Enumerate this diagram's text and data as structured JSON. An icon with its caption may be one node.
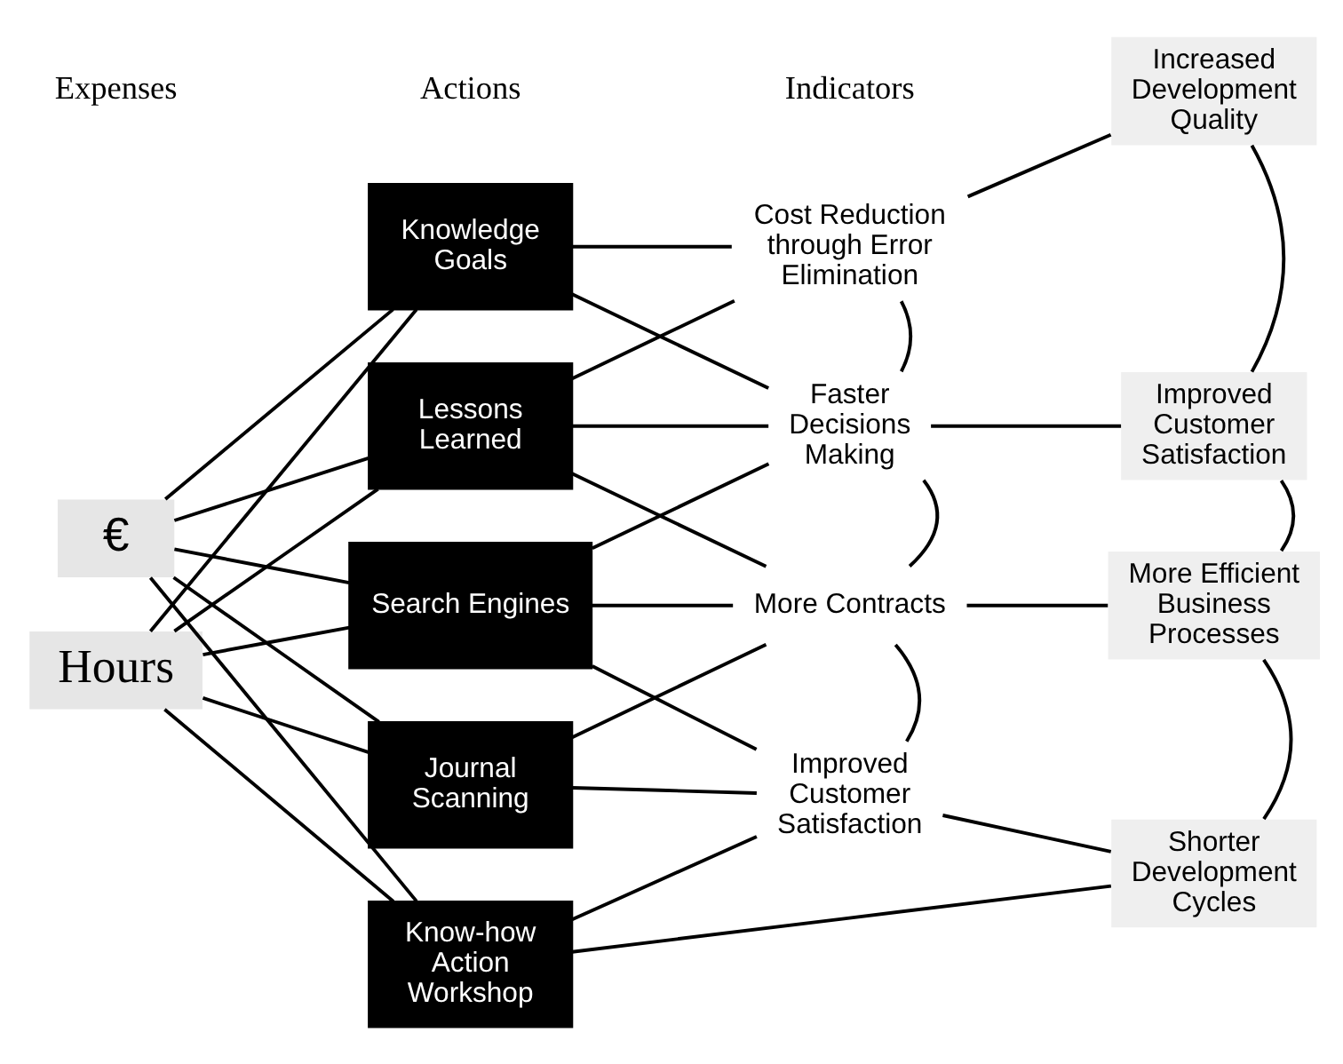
{
  "diagram": {
    "nodes": [
      {
        "text": [
          "Hours"
        ]
      },
      {
        "text": [
          "€"
        ]
      },
      {
        "text": [
          "Knowledge Goals"
        ]
      },
      {
        "text": [
          "Lessons Learned"
        ]
      },
      {
        "text": [
          "Search Engines"
        ]
      },
      {
        "text": [
          "Journal Scanning"
        ]
      },
      {
        "text": [
          "Know-how Action Workshop"
        ]
      },
      {
        "text": [
          "Cost Reduction through Error Elimination"
        ]
      },
      {
        "text": [
          "Increased Development Quality"
        ]
      },
      {
        "text": [
          "Faster Decisions Making"
        ]
      },
      {
        "text": [
          "Improved Customer Satisfaction"
        ]
      },
      {
        "text": [
          "More Contracts"
        ]
      },
      {
        "text": [
          "More Efficient Business Processes"
        ]
      },
      {
        "text": [
          "Improved Customer Satisfaction"
        ]
      },
      {
        "text": [
          "Shorter Development Cycles"
        ]
      }
    ],
    "edges": [
      {
        "from": 0,
        "to": 2,
        "arrow": "none"
      },
      {
        "from": 0,
        "to": 3,
        "arrow": "none"
      },
      {
        "from": 0,
        "to": 4,
        "arrow": "none"
      },
      {
        "from": 0,
        "to": 5,
        "arrow": "none"
      },
      {
        "from": 0,
        "to": 6,
        "arrow": "none"
      },
      {
        "from": 1,
        "to": 2,
        "arrow": "none"
      },
      {
        "from": 1,
        "to": 3,
        "arrow": "none"
      },
      {
        "from": 1,
        "to": 4,
        "arrow": "none"
      },
      {
        "from": 1,
        "to": 5,
        "arrow": "none"
      },
      {
        "from": 1,
        "to": 6,
        "arrow": "none"
      },
      {
        "from": 2,
        "to": 7,
        "arrow": "none"
      },
      {
        "from": 2,
        "to": 9,
        "arrow": "none"
      },
      {
        "from": 3,
        "to": 7,
        "arrow": "none"
      },
      {
        "from": 3,
        "to": 9,
        "arrow": "none"
      },
      {
        "from": 3,
        "to": 11,
        "arrow": "none"
      },
      {
        "from": 4,
        "to": 9,
        "arrow": "none"
      },
      {
        "from": 4,
        "to": 11,
        "arrow": "none"
      },
      {
        "from": 4,
        "to": 13,
        "arrow": "none"
      },
      {
        "from": 5,
        "to": 11,
        "arrow": "none"
      },
      {
        "from": 5,
        "to": 13,
        "arrow": "none"
      },
      {
        "from": 6,
        "to": 13,
        "arrow": "none"
      },
      {
        "from": 6,
        "to": 14,
        "arrow": "none"
      },
      {
        "from": 7,
        "to": 8,
        "arrow": "none"
      },
      {
        "from": 7,
        "to": 9,
        "arrow": "none"
      },
      {
        "from": 8,
        "to": 10,
        "arrow": "none"
      },
      {
        "from": 9,
        "to": 10,
        "arrow": "none"
      },
      {
        "from": 9,
        "to": 11,
        "arrow": "none"
      },
      {
        "from": 10,
        "to": 12,
        "arrow": "none"
      },
      {
        "from": 11,
        "to": 12,
        "arrow": "none"
      },
      {
        "from": 11,
        "to": 13,
        "arrow": "none"
      },
      {
        "from": 12,
        "to": 14,
        "arrow": "none"
      },
      {
        "from": 13,
        "to": 14,
        "arrow": "none"
      }
    ],
    "labels": [
      "Expenses",
      "Actions",
      "Indicators"
    ]
  }
}
